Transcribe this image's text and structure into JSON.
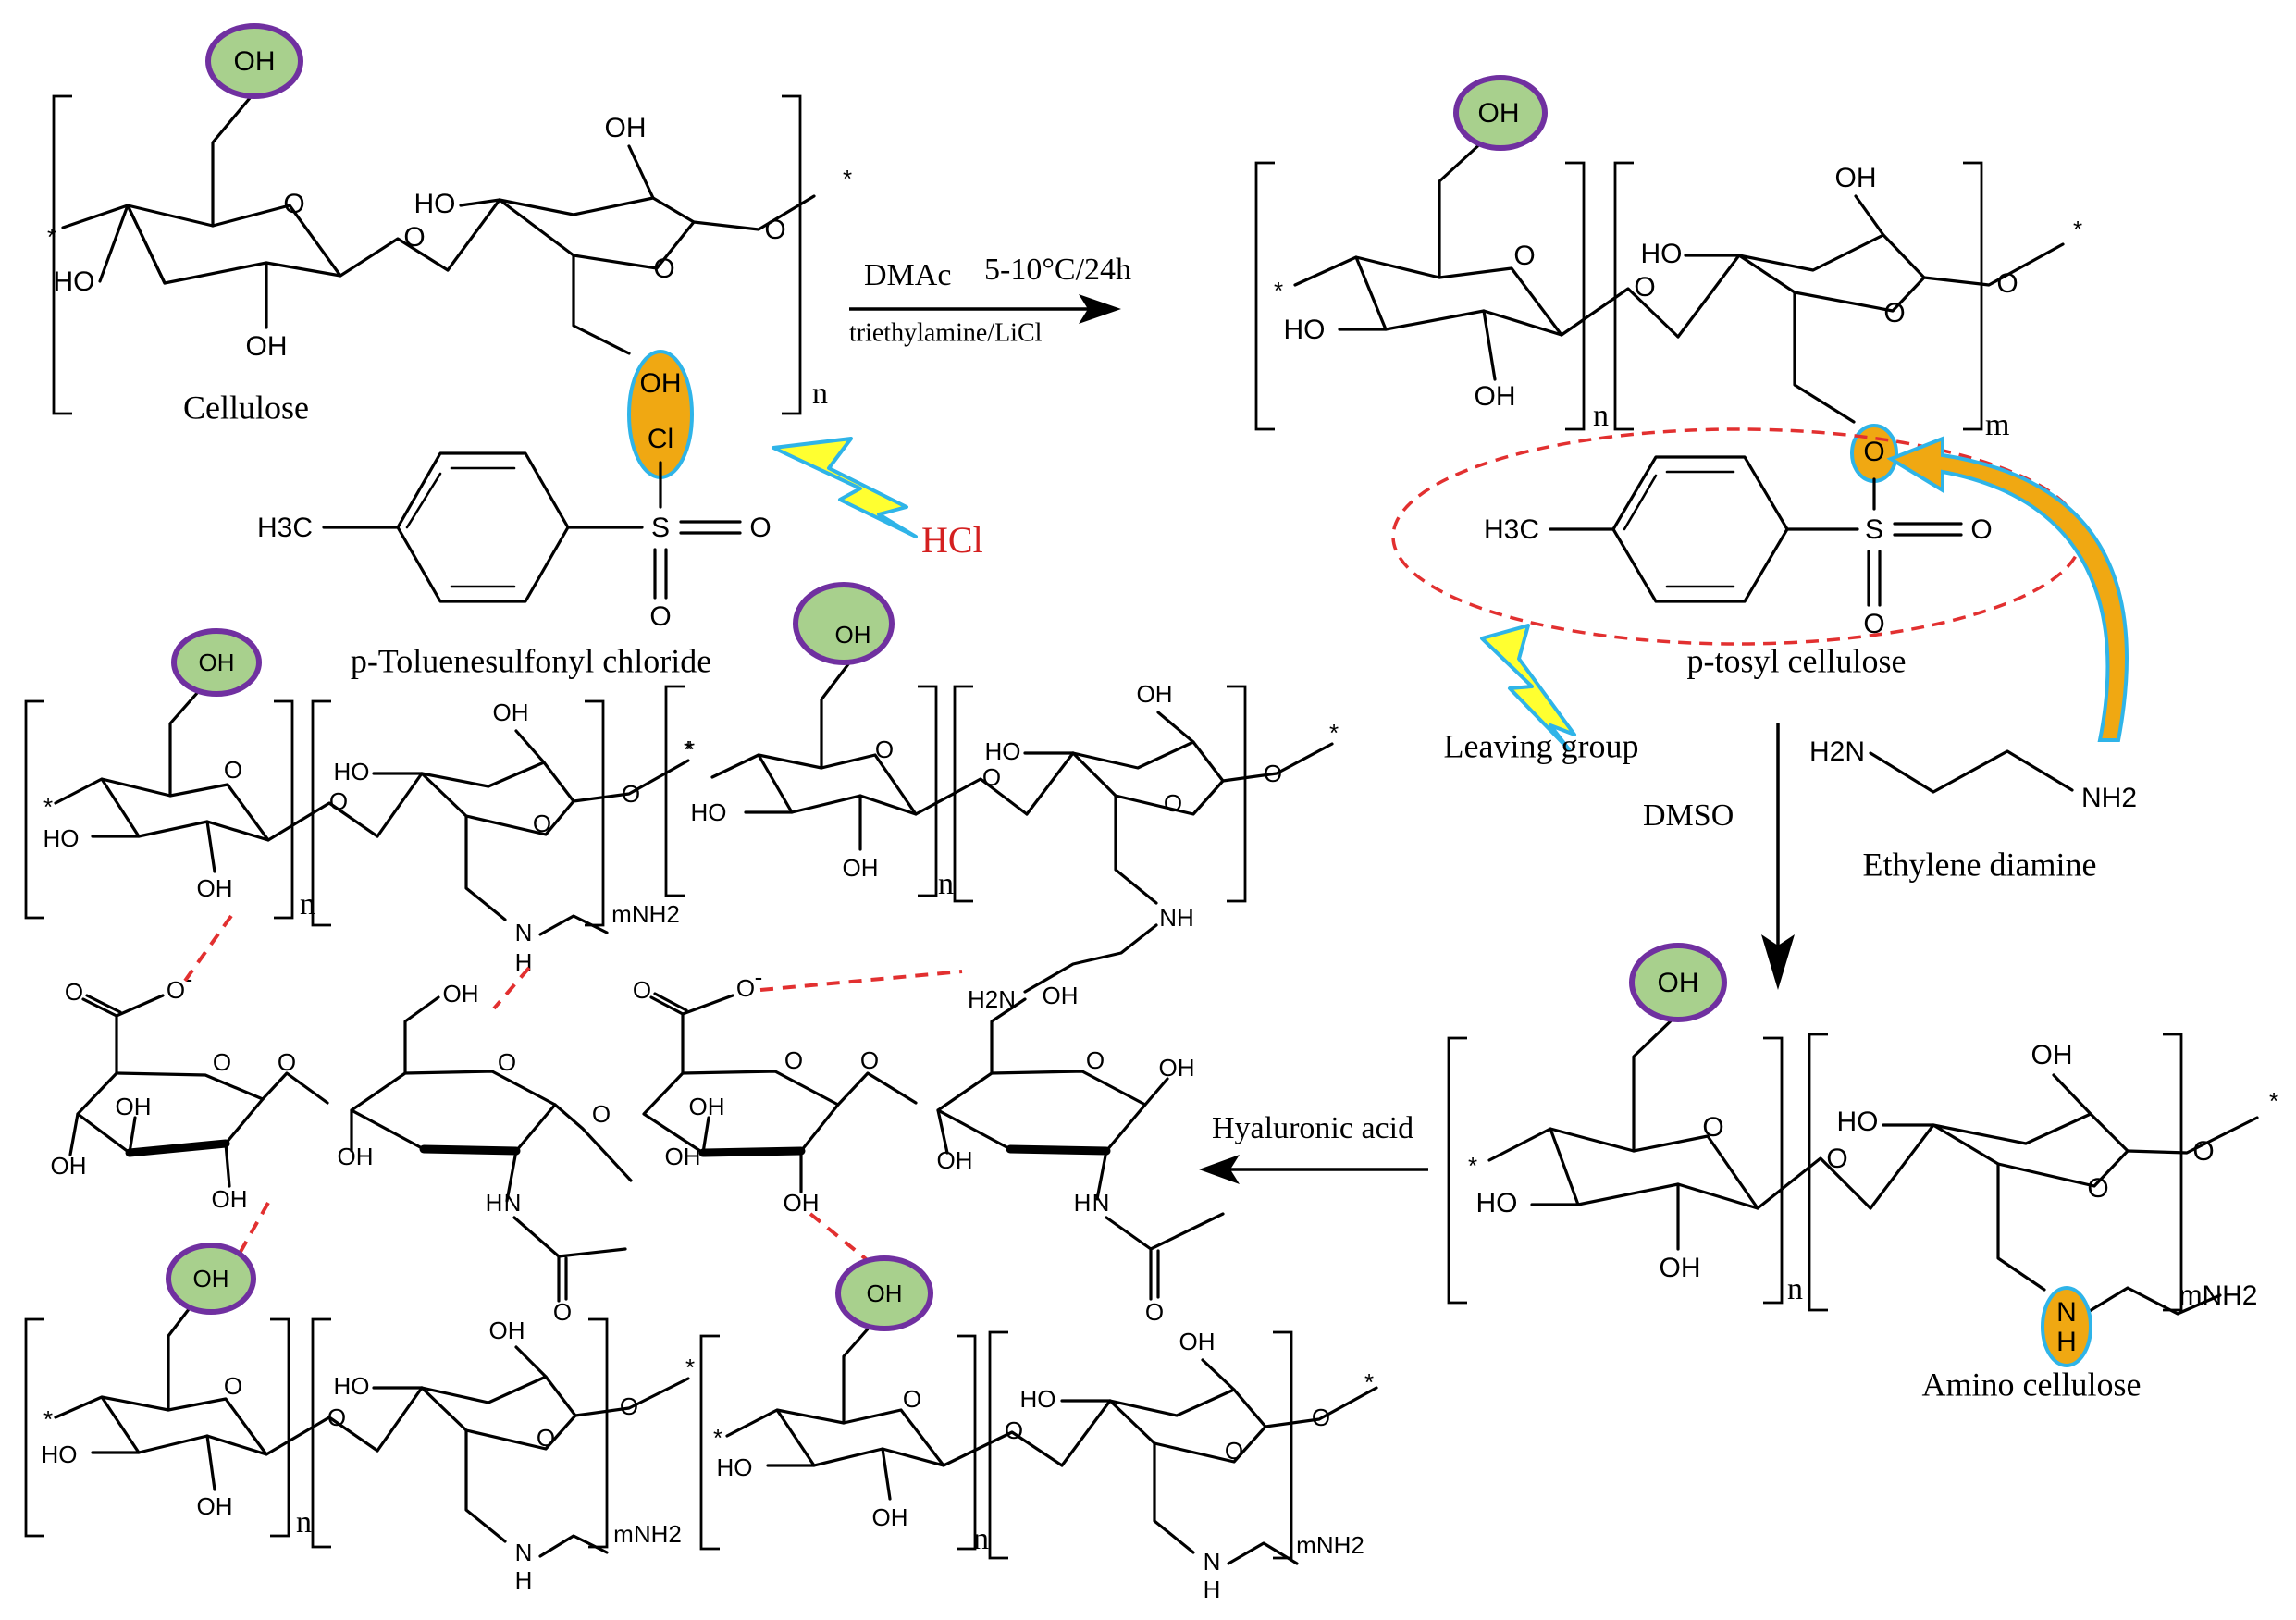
{
  "atoms": {
    "oh": "OH",
    "ho": "HO",
    "o": "O",
    "o_minus": "O",
    "minus": "-",
    "star": "*",
    "n": "n",
    "m": "m",
    "cl": "Cl",
    "s": "S",
    "nh2": "NH2",
    "h2n": "H2N",
    "nh": "NH",
    "n_atom": "N",
    "h_atom": "H",
    "h3c": "H3C",
    "mnh2": "mNH2"
  },
  "labels": {
    "cellulose": "Cellulose",
    "tosyl_chloride": "p-Toluenesulfonyl chloride",
    "hcl": "HCl",
    "tosyl_cellulose": "p-tosyl cellulose",
    "leaving_group": "Leaving group",
    "ethylene_diamine": "Ethylene diamine",
    "amino_cellulose": "Amino cellulose"
  },
  "conditions": {
    "step1_solvent": "DMAc",
    "step1_temp": "5-10°C/24h",
    "step1_reagents": "triethylamine/LiCl",
    "step2_solvent": "DMSO",
    "step3_reagent": "Hyaluronic acid"
  },
  "colors": {
    "oh_fill": "#a8d08d",
    "oh_outline": "#7030a0",
    "reactive_fill": "#f0a812",
    "reactive_outline": "#2fb4e8",
    "hydrogen_bond": "#e23030",
    "hcl_text": "#d42020",
    "bolt_fill": "#ffff30"
  }
}
